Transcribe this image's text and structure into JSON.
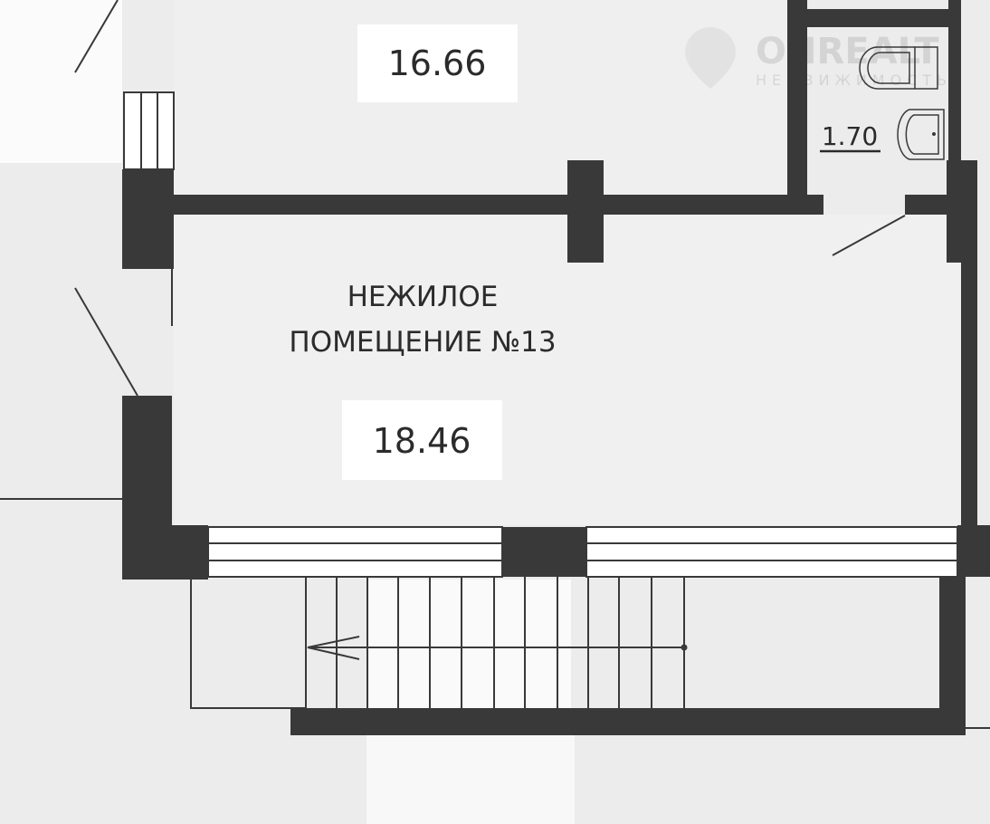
{
  "plan": {
    "room_title_line1": "НЕЖИЛОЕ",
    "room_title_line2": "ПОМЕЩЕНИЕ №13",
    "areas": {
      "upper_room": "16.66",
      "main_room": "18.46",
      "bathroom": "1.70"
    },
    "watermark": {
      "brand": "ONREALT",
      "tagline": "НЕДВИЖИМОСТЬ"
    },
    "colors": {
      "wall": "#393939",
      "background": "#ebebeb",
      "label_box": "#ffffff"
    }
  }
}
